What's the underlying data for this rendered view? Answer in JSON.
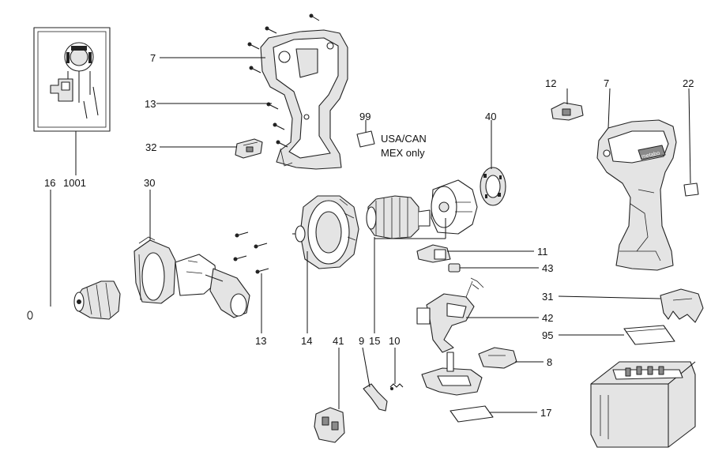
{
  "labels": {
    "p7_left": "7",
    "p13_top": "13",
    "p32": "32",
    "p1001": "1001",
    "p16": "16",
    "p30": "30",
    "p13_bottom": "13",
    "p14": "14",
    "p41": "41",
    "p9": "9",
    "p15": "15",
    "p10": "10",
    "p99": "99",
    "p40": "40",
    "p11": "11",
    "p43": "43",
    "p42": "42",
    "p8": "8",
    "p17": "17",
    "p12": "12",
    "p7_right": "7",
    "p22": "22",
    "p31": "31",
    "p95": "95"
  },
  "notes": {
    "line1": "USA/CAN",
    "line2": "MEX only"
  },
  "brand": {
    "wordmark": "metabo"
  }
}
